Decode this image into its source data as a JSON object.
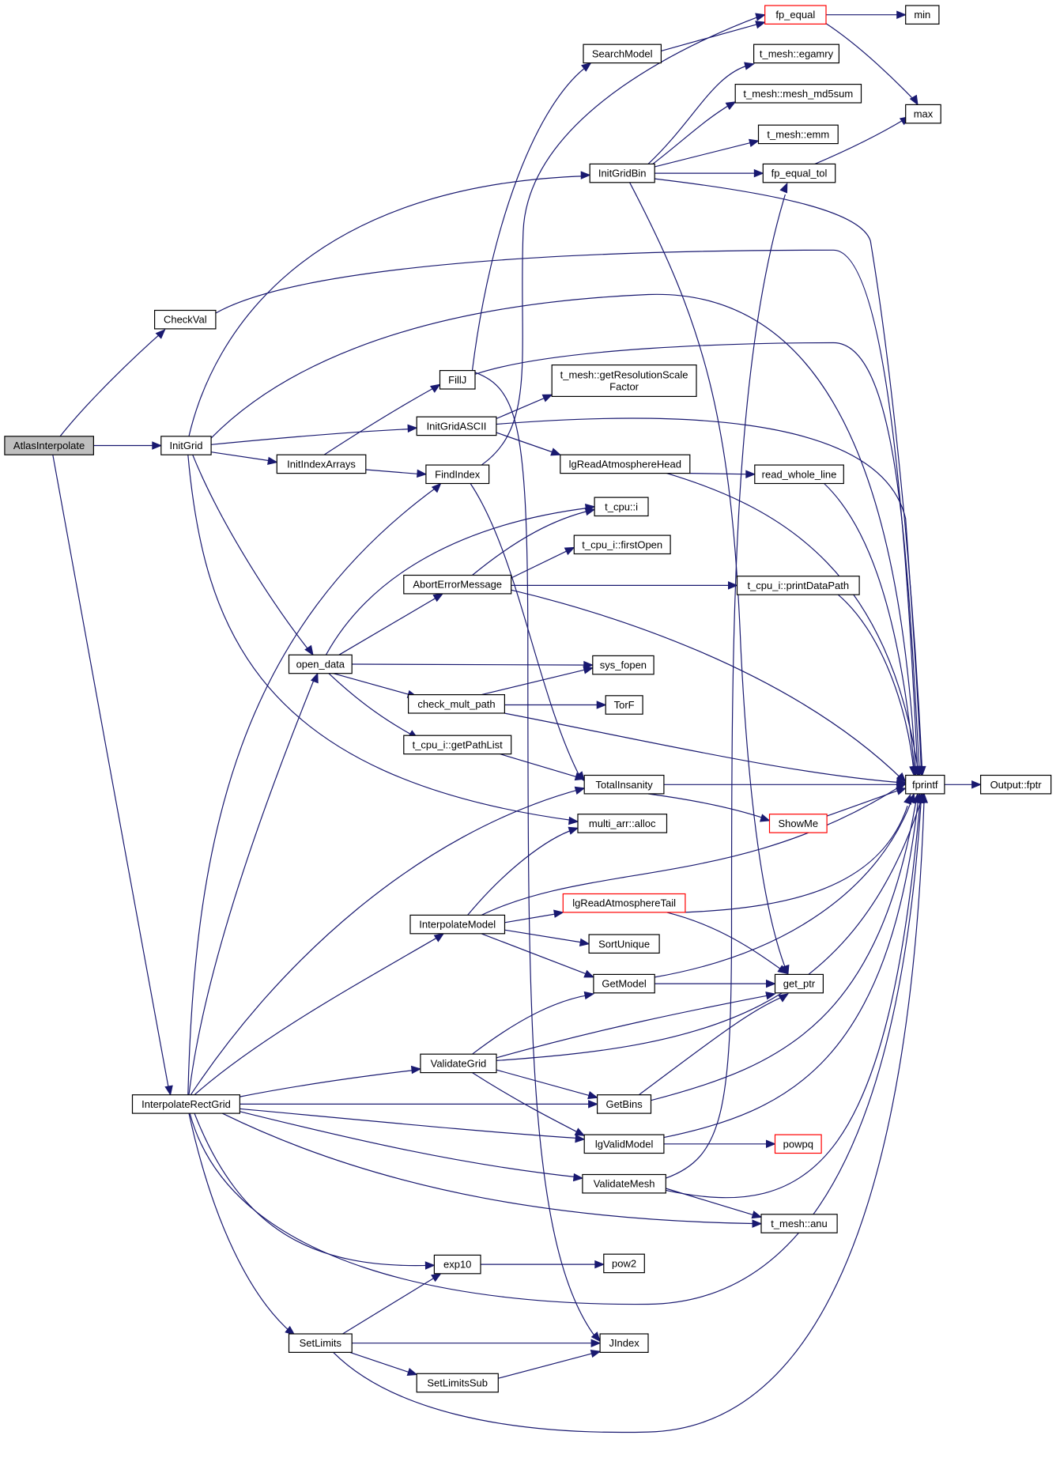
{
  "nodes": [
    {
      "id": "AtlasInterpolate",
      "label": [
        "AtlasInterpolate"
      ],
      "root": true
    },
    {
      "id": "CheckVal",
      "label": [
        "CheckVal"
      ]
    },
    {
      "id": "InitGrid",
      "label": [
        "InitGrid"
      ]
    },
    {
      "id": "InterpolateRectGrid",
      "label": [
        "InterpolateRectGrid"
      ]
    },
    {
      "id": "InitIndexArrays",
      "label": [
        "InitIndexArrays"
      ]
    },
    {
      "id": "open_data",
      "label": [
        "open_data"
      ]
    },
    {
      "id": "SetLimits",
      "label": [
        "SetLimits"
      ]
    },
    {
      "id": "FillJ",
      "label": [
        "FillJ"
      ]
    },
    {
      "id": "InitGridASCII",
      "label": [
        "InitGridASCII"
      ]
    },
    {
      "id": "FindIndex",
      "label": [
        "FindIndex"
      ]
    },
    {
      "id": "AbortErrorMessage",
      "label": [
        "AbortErrorMessage"
      ]
    },
    {
      "id": "check_mult_path",
      "label": [
        "check_mult_path"
      ]
    },
    {
      "id": "t_cpu_i_getPathList",
      "label": [
        "t_cpu_i::getPathList"
      ]
    },
    {
      "id": "InterpolateModel",
      "label": [
        "InterpolateModel"
      ]
    },
    {
      "id": "ValidateGrid",
      "label": [
        "ValidateGrid"
      ]
    },
    {
      "id": "exp10",
      "label": [
        "exp10"
      ]
    },
    {
      "id": "SetLimitsSub",
      "label": [
        "SetLimitsSub"
      ]
    },
    {
      "id": "SearchModel",
      "label": [
        "SearchModel"
      ]
    },
    {
      "id": "InitGridBin",
      "label": [
        "InitGridBin"
      ]
    },
    {
      "id": "t_mesh_getResolutionScaleFactor",
      "label": [
        "t_mesh::getResolutionScale",
        "Factor"
      ]
    },
    {
      "id": "lgReadAtmosphereHead",
      "label": [
        "lgReadAtmosphereHead"
      ]
    },
    {
      "id": "t_cpu_i",
      "label": [
        "t_cpu::i"
      ]
    },
    {
      "id": "t_cpu_i_firstOpen",
      "label": [
        "t_cpu_i::firstOpen"
      ]
    },
    {
      "id": "sys_fopen",
      "label": [
        "sys_fopen"
      ]
    },
    {
      "id": "TorF",
      "label": [
        "TorF"
      ]
    },
    {
      "id": "TotalInsanity",
      "label": [
        "TotalInsanity"
      ]
    },
    {
      "id": "multi_arr_alloc",
      "label": [
        "multi_arr::alloc"
      ]
    },
    {
      "id": "lgReadAtmosphereTail",
      "label": [
        "lgReadAtmosphereTail"
      ],
      "red": true
    },
    {
      "id": "SortUnique",
      "label": [
        "SortUnique"
      ]
    },
    {
      "id": "GetModel",
      "label": [
        "GetModel"
      ]
    },
    {
      "id": "GetBins",
      "label": [
        "GetBins"
      ]
    },
    {
      "id": "lgValidModel",
      "label": [
        "lgValidModel"
      ]
    },
    {
      "id": "ValidateMesh",
      "label": [
        "ValidateMesh"
      ]
    },
    {
      "id": "pow2",
      "label": [
        "pow2"
      ]
    },
    {
      "id": "JIndex",
      "label": [
        "JIndex"
      ]
    },
    {
      "id": "fp_equal",
      "label": [
        "fp_equal"
      ],
      "red": true
    },
    {
      "id": "t_mesh_egamry",
      "label": [
        "t_mesh::egamry"
      ]
    },
    {
      "id": "t_mesh_mesh_md5sum",
      "label": [
        "t_mesh::mesh_md5sum"
      ]
    },
    {
      "id": "t_mesh_emm",
      "label": [
        "t_mesh::emm"
      ]
    },
    {
      "id": "fp_equal_tol",
      "label": [
        "fp_equal_tol"
      ]
    },
    {
      "id": "read_whole_line",
      "label": [
        "read_whole_line"
      ]
    },
    {
      "id": "t_cpu_i_printDataPath",
      "label": [
        "t_cpu_i::printDataPath"
      ]
    },
    {
      "id": "ShowMe",
      "label": [
        "ShowMe"
      ],
      "red": true
    },
    {
      "id": "get_ptr",
      "label": [
        "get_ptr"
      ]
    },
    {
      "id": "powpq",
      "label": [
        "powpq"
      ],
      "red": true
    },
    {
      "id": "t_mesh_anu",
      "label": [
        "t_mesh::anu"
      ]
    },
    {
      "id": "min",
      "label": [
        "min"
      ]
    },
    {
      "id": "max",
      "label": [
        "max"
      ]
    },
    {
      "id": "fprintf",
      "label": [
        "fprintf"
      ]
    },
    {
      "id": "Output_fptr",
      "label": [
        "Output::fptr"
      ]
    }
  ],
  "colors": {
    "edge": "#191970",
    "root_fill": "#bfbfbf",
    "red_border": "#ff0000",
    "border": "#000000"
  }
}
